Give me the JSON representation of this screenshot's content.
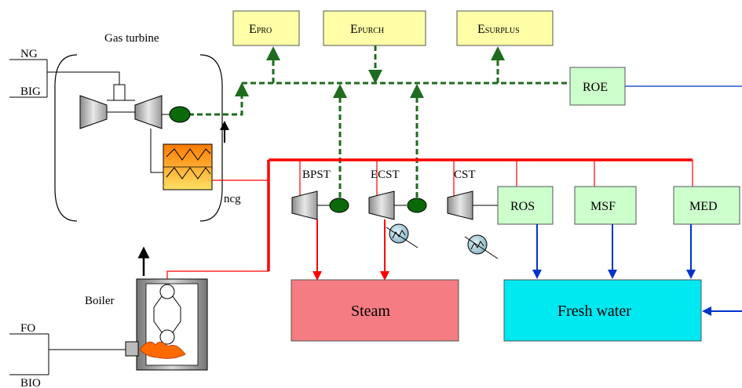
{
  "colors": {
    "electric": "#1f6b1f",
    "steam_line": "#ff0000",
    "water_line": "#0033cc",
    "box_green": "#ccffcc",
    "box_yellow": "#ffffa8",
    "steam_box": "#f47c82",
    "water_box": "#00e8f0"
  },
  "fuels": {
    "ng": "NG",
    "big": "BIG",
    "fo": "FO",
    "bio": "BIO"
  },
  "labels": {
    "gas_turbine": "Gas turbine",
    "boiler": "Boiler",
    "ncg": "ncg",
    "bpst": "BPST",
    "ecst": "ECST",
    "cst": "CST"
  },
  "electric_boxes": {
    "pro": {
      "main": "E",
      "sub": "PRO"
    },
    "purch": {
      "main": "E",
      "sub": "PURCH"
    },
    "surplus": {
      "main": "E",
      "sub": "SURPLUS"
    }
  },
  "units": {
    "roe": "ROE",
    "ros": "ROS",
    "msf": "MSF",
    "med": "MED"
  },
  "outputs": {
    "steam": "Steam",
    "fresh_water": "Fresh water"
  }
}
